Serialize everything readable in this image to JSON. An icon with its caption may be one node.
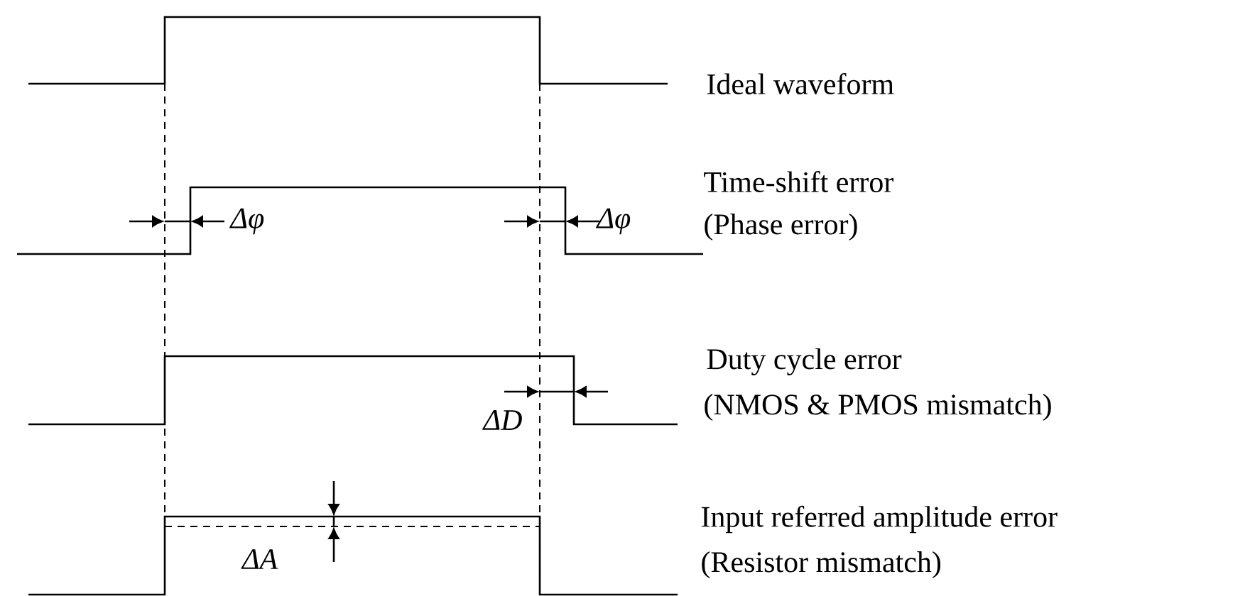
{
  "diagram": {
    "labels": [
      "Ideal waveform",
      "Time-shift error",
      "Δφ",
      "Δφ",
      "(Phase error)",
      "Duty cycle error",
      "(NMOS & PMOS mismatch)",
      "ΔD",
      "Input referred amplitude error",
      "ΔA",
      "(Resistor mismatch)"
    ]
  }
}
